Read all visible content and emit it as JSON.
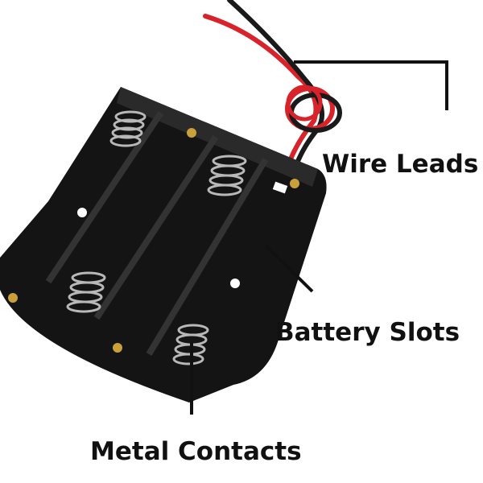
{
  "labels": {
    "wire_leads": "Wire Leads",
    "battery_slots": "Battery Slots",
    "metal_contacts": "Metal Contacts"
  },
  "colors": {
    "holder": "#141414",
    "wire_red": "#d8232a",
    "wire_black": "#1a1a1a",
    "contact": "#b8b8b8",
    "brass": "#c9a03a"
  }
}
